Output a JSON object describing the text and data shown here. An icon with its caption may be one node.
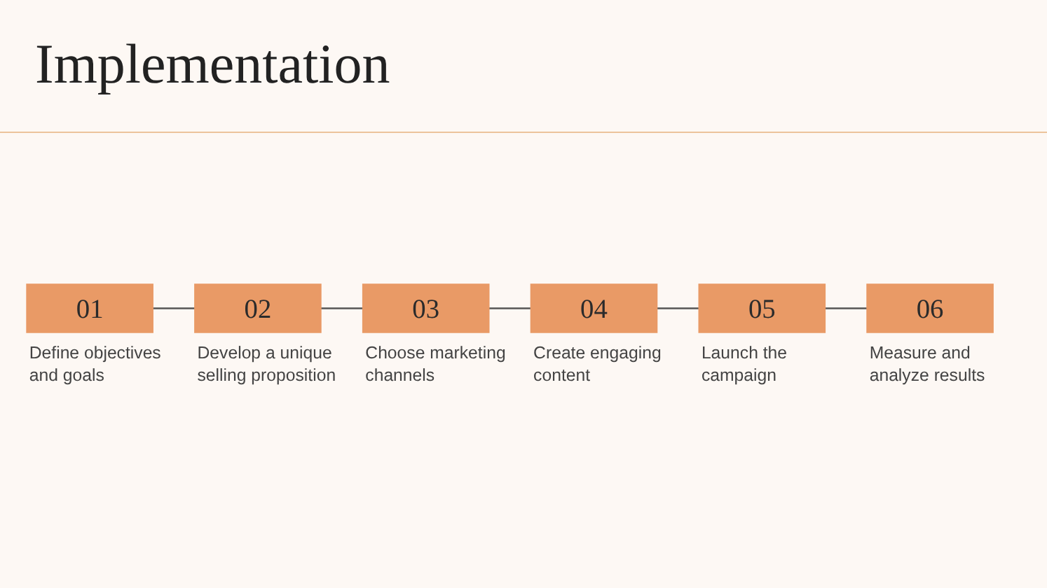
{
  "diagram": {
    "title": "Implementation",
    "nodes": [
      {
        "text": [
          "01"
        ],
        "beside": [
          "Define objectives and goals"
        ]
      },
      {
        "text": [
          "02"
        ],
        "beside": [
          "Develop a unique selling proposition"
        ]
      },
      {
        "text": [
          "03"
        ],
        "beside": [
          "Choose marketing channels"
        ]
      },
      {
        "text": [
          "04"
        ],
        "beside": [
          "Create engaging content"
        ]
      },
      {
        "text": [
          "05"
        ],
        "beside": [
          "Launch the campaign"
        ]
      },
      {
        "text": [
          "06"
        ],
        "beside": [
          "Measure and analyze results"
        ]
      }
    ],
    "edges": [
      {
        "from": 0,
        "to": 1,
        "arrow": "none"
      },
      {
        "from": 1,
        "to": 2,
        "arrow": "none"
      },
      {
        "from": 2,
        "to": 3,
        "arrow": "none"
      },
      {
        "from": 3,
        "to": 4,
        "arrow": "none"
      },
      {
        "from": 4,
        "to": 5,
        "arrow": "none"
      }
    ]
  }
}
